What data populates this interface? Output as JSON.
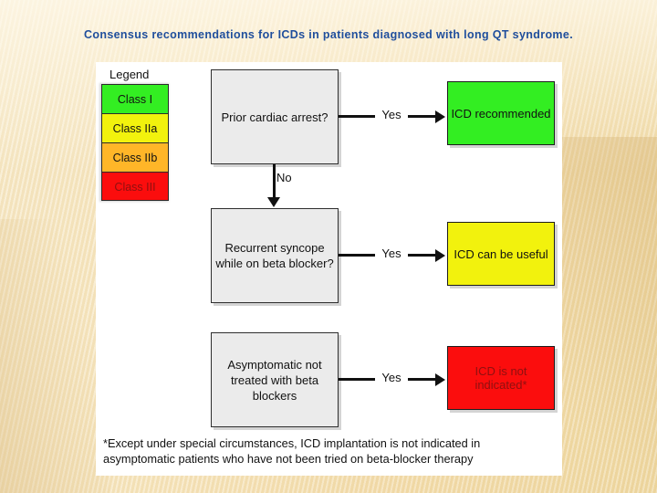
{
  "slide": {
    "title": "Consensus recommendations for ICDs in patients diagnosed with long QT syndrome.",
    "title_color": "#1f4e9c",
    "background_color": "#f3dcab",
    "panel_color": "#ffffff"
  },
  "legend": {
    "heading": "Legend",
    "items": [
      {
        "label": "Class I",
        "fill": "#33ee22",
        "text_color": "#121212"
      },
      {
        "label": "Class IIa",
        "fill": "#f2f20d",
        "text_color": "#121212"
      },
      {
        "label": "Class IIb",
        "fill": "#ffb628",
        "text_color": "#121212"
      },
      {
        "label": "Class III",
        "fill": "#fb0d0d",
        "text_color": "#8f1010"
      }
    ]
  },
  "flow": {
    "questions": [
      {
        "id": "q1",
        "text": "Prior cardiac arrest?"
      },
      {
        "id": "q2",
        "text": "Recurrent syncope while on beta blocker?"
      },
      {
        "id": "q3",
        "text": "Asymptomatic not treated with beta blockers"
      }
    ],
    "outcomes": [
      {
        "id": "o1",
        "text": "ICD recommended",
        "fill": "#33ee22",
        "text_color": "#121212",
        "class": "Class I"
      },
      {
        "id": "o2",
        "text": "ICD can be useful",
        "fill": "#f2f20d",
        "text_color": "#121212",
        "class": "Class IIa"
      },
      {
        "id": "o3",
        "text": "ICD is not indicated*",
        "fill": "#fb0d0d",
        "text_color": "#8f1010",
        "class": "Class III"
      }
    ],
    "edges": {
      "yes_1": "Yes",
      "yes_2": "Yes",
      "yes_3": "Yes",
      "no_1": "No"
    }
  },
  "footnote": {
    "line1": "*Except under special circumstances, ICD implantation is not indicated in",
    "line2": "asymptomatic patients who have not been tried on beta-blocker therapy"
  }
}
